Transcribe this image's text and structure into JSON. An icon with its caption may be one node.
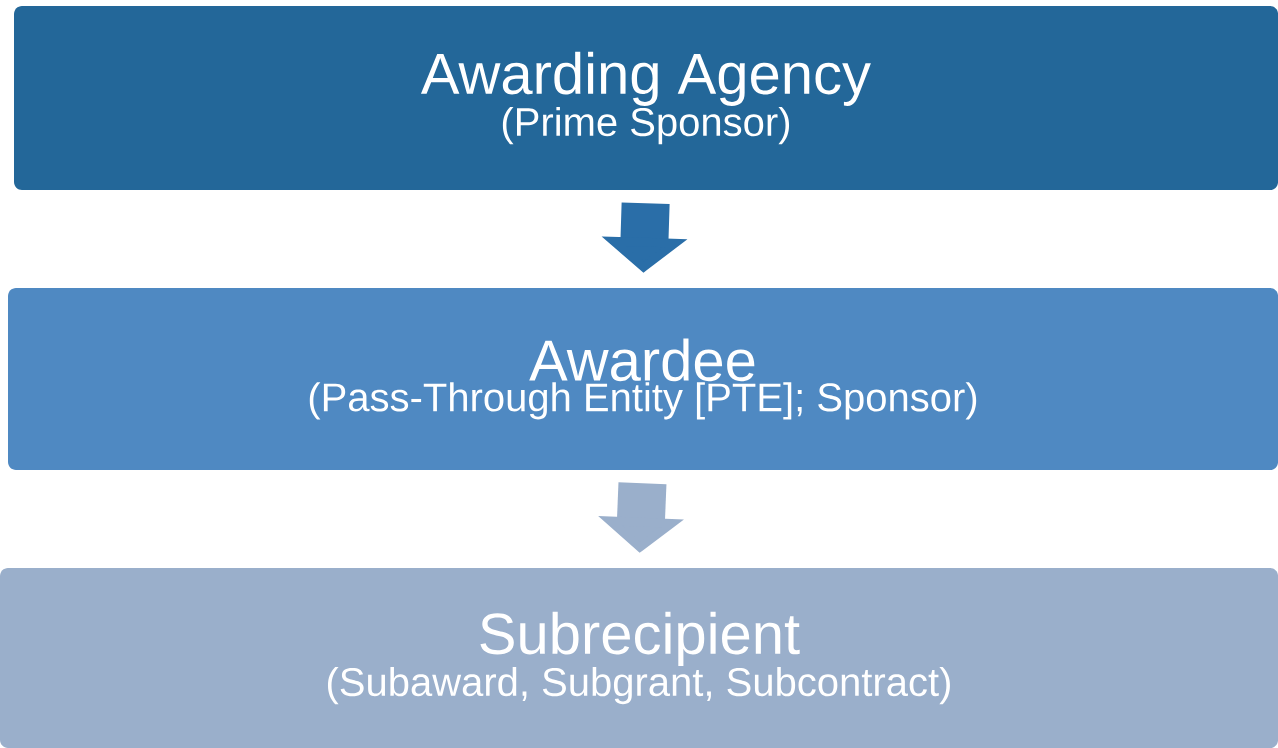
{
  "diagram": {
    "nodes": [
      {
        "text": [
          "Awarding Agency",
          "(Prime Sponsor)"
        ]
      },
      {
        "text": [
          "Awardee",
          "(Pass-Through Entity [PTE]; Sponsor)"
        ]
      },
      {
        "text": [
          "Subrecipient",
          "(Subaward, Subgrant, Subcontract)"
        ]
      }
    ],
    "edges": [
      {
        "from": 0,
        "to": 1,
        "arrow": "to",
        "color": "#2a6ea8"
      },
      {
        "from": 1,
        "to": 2,
        "arrow": "to",
        "color": "#9aafcb"
      }
    ]
  }
}
